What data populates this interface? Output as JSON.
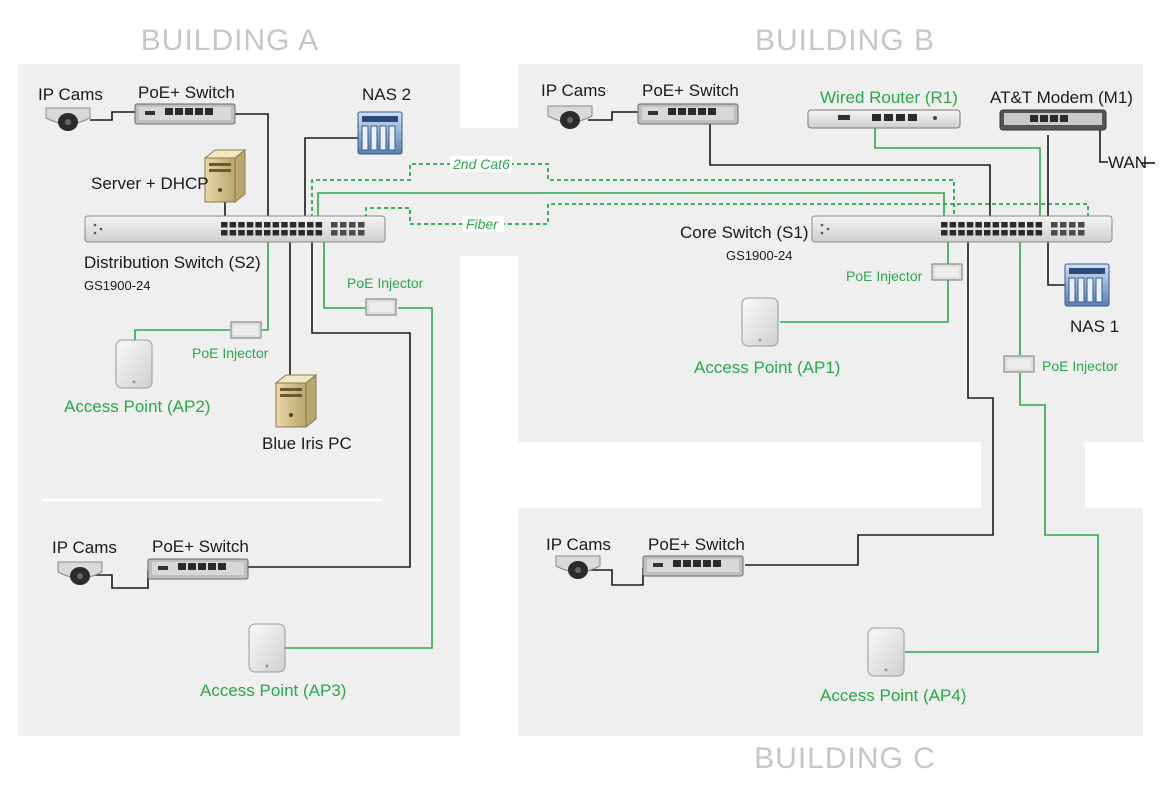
{
  "buildings": {
    "a": "BUILDING A",
    "b": "BUILDING B",
    "c": "BUILDING C"
  },
  "building_a": {
    "ip_cams_top": "IP Cams",
    "poe_switch_top": "PoE+ Switch",
    "nas2": "NAS 2",
    "server": "Server + DHCP",
    "dist_switch": "Distribution Switch (S2)",
    "dist_model": "GS1900-24",
    "poe_injector_1": "PoE Injector",
    "poe_injector_2": "PoE Injector",
    "ap2": "Access Point (AP2)",
    "blue_iris": "Blue Iris PC",
    "ip_cams_bottom": "IP Cams",
    "poe_switch_bottom": "PoE+ Switch",
    "ap3": "Access Point (AP3)"
  },
  "building_b": {
    "ip_cams": "IP Cams",
    "poe_switch": "PoE+ Switch",
    "router": "Wired Router (R1)",
    "modem": "AT&T Modem (M1)",
    "wan": "WAN",
    "core_switch": "Core Switch (S1)",
    "core_model": "GS1900-24",
    "poe_injector_1": "PoE Injector",
    "nas1": "NAS 1",
    "ap1": "Access Point (AP1)",
    "poe_injector_2": "PoE Injector"
  },
  "building_c": {
    "ip_cams": "IP Cams",
    "poe_switch": "PoE+ Switch",
    "ap4": "Access Point (AP4)"
  },
  "links": {
    "cat6": "2nd Cat6",
    "fiber": "Fiber"
  },
  "colors": {
    "building_bg": "#efefef",
    "wire": "#1a1a1a",
    "poe_wire": "#2aa84a",
    "building_label": "#c6c6c6"
  }
}
